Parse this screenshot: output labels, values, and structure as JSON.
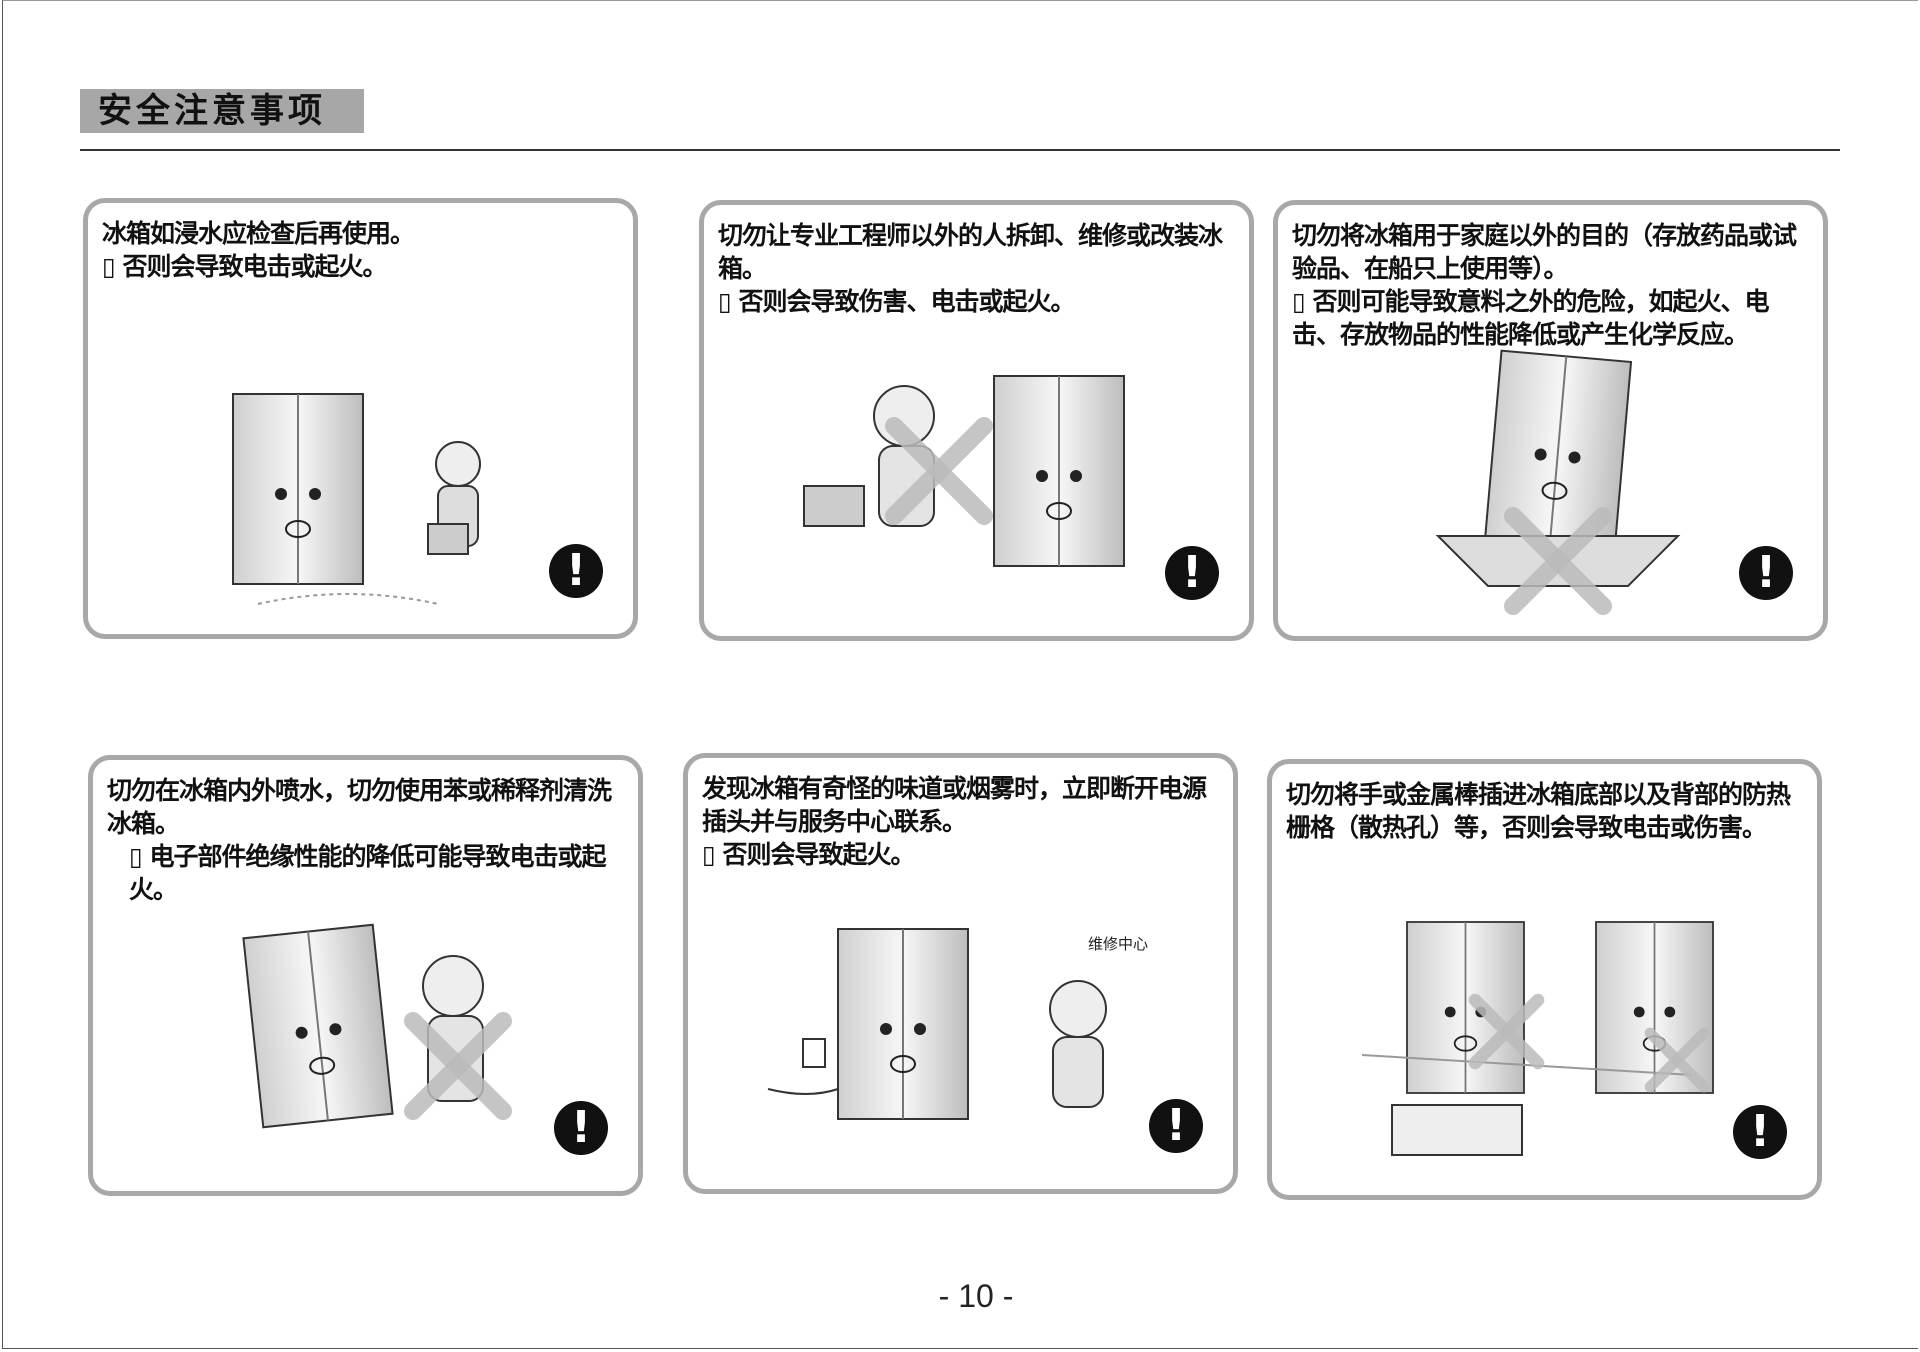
{
  "page_title": "安全注意事项",
  "panels": [
    {
      "lines": [
        "冰箱如浸水应检查后再使用。",
        "▯ 否则会导致电击或起火。"
      ]
    },
    {
      "lines": [
        "切勿让专业工程师以外的人拆卸、维修或改装冰箱。",
        "▯ 否则会导致伤害、电击或起火。"
      ]
    },
    {
      "lines": [
        "切勿将冰箱用于家庭以外的目的（存放药品或试验品、在船只上使用等）。",
        "▯ 否则可能导致意料之外的危险，如起火、电击、存放物品的性能降低或产生化学反应。"
      ]
    },
    {
      "lines": [
        "切勿在冰箱内外喷水，切勿使用苯或稀释剂清洗冰箱。",
        "▯ 电子部件绝缘性能的降低可能导致电击或起火。"
      ]
    },
    {
      "lines": [
        "发现冰箱有奇怪的味道或烟雾时，立即断开电源插头并与服务中心联系。",
        "▯ 否则会导致起火。"
      ],
      "label": "维修中心"
    },
    {
      "lines": [
        "切勿将手或金属棒插进冰箱底部以及背部的防热栅格（散热孔）等，否则会导致电击或伤害。"
      ]
    }
  ],
  "warning_symbol": "!",
  "page_number": "- 10 -"
}
